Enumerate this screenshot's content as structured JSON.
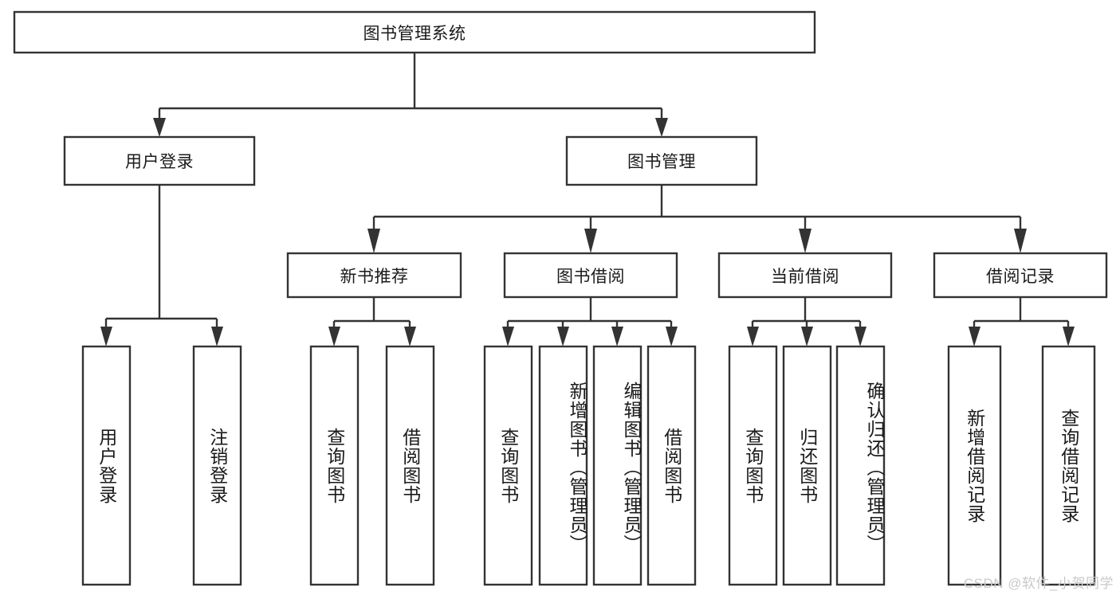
{
  "diagram": {
    "type": "tree-hierarchy",
    "title": "图书管理系统",
    "watermark": "CSDN @软件_小贺同学",
    "colors": {
      "background": "#ffffff",
      "box_fill": "#ffffff",
      "box_stroke": "#333333",
      "text": "#1a1a1a",
      "watermark": "#c9c9c9"
    },
    "root": {
      "label": "图书管理系统"
    },
    "level1": [
      {
        "label": "用户登录"
      },
      {
        "label": "图书管理"
      }
    ],
    "level2": [
      {
        "label": "新书推荐"
      },
      {
        "label": "图书借阅"
      },
      {
        "label": "当前借阅"
      },
      {
        "label": "借阅记录"
      }
    ],
    "leaves": {
      "user_login": [
        {
          "label": "用户登录"
        },
        {
          "label": "注销登录"
        }
      ],
      "new_book_recommend": [
        {
          "label": "查询图书"
        },
        {
          "label": "借阅图书"
        }
      ],
      "book_borrow": [
        {
          "label": "查询图书"
        },
        {
          "label": "新增图书（管理员）"
        },
        {
          "label": "编辑图书（管理员）"
        },
        {
          "label": "借阅图书"
        }
      ],
      "current_borrow": [
        {
          "label": "查询图书"
        },
        {
          "label": "归还图书"
        },
        {
          "label": "确认归还（管理员）"
        }
      ],
      "borrow_record": [
        {
          "label": "新增借阅记录"
        },
        {
          "label": "查询借阅记录"
        }
      ]
    }
  }
}
